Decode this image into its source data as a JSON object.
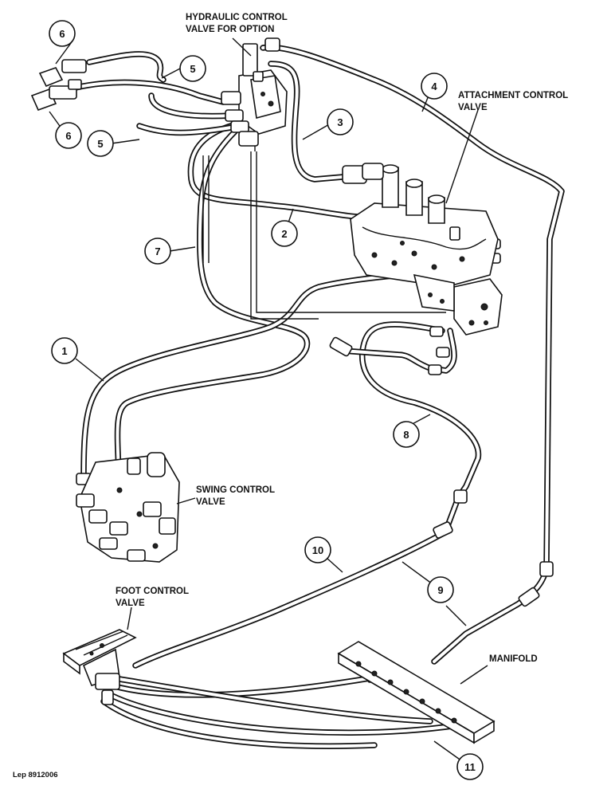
{
  "labels": {
    "hydraulic_valve_line1": "HYDRAULIC CONTROL",
    "hydraulic_valve_line2": "VALVE FOR OPTION",
    "attachment_valve_line1": "ATTACHMENT CONTROL",
    "attachment_valve_line2": "VALVE",
    "swing_valve_line1": "SWING CONTROL",
    "swing_valve_line2": "VALVE",
    "foot_valve_line1": "FOOT CONTROL",
    "foot_valve_line2": "VALVE",
    "manifold": "MANIFOLD"
  },
  "callouts": {
    "c1": "1",
    "c2": "2",
    "c3": "3",
    "c4": "4",
    "c5a": "5",
    "c5b": "5",
    "c6a": "6",
    "c6b": "6",
    "c7": "7",
    "c8": "8",
    "c9": "9",
    "c10": "10",
    "c11": "11"
  },
  "reference": "Lep 8912006"
}
